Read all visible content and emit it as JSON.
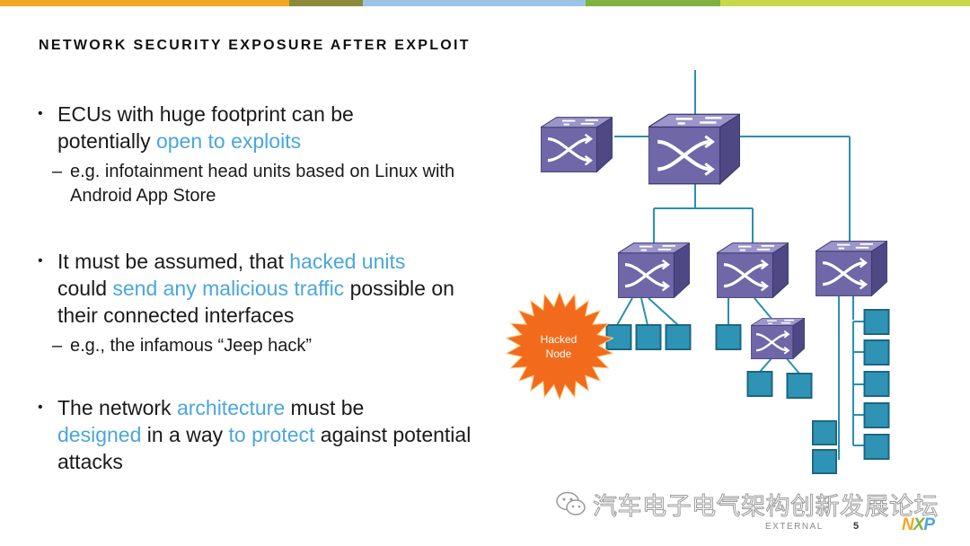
{
  "slide": {
    "title": "NETWORK SECURITY EXPOSURE AFTER EXPLOIT",
    "top_bar_colors": [
      "#f5a623",
      "#8c8a3a",
      "#9bc4e8",
      "#7fb241",
      "#c8d84a"
    ]
  },
  "bullets": [
    {
      "parts": [
        "ECUs with huge footprint can be",
        "potentially ",
        "open to exploits"
      ],
      "sub": "e.g. infotainment head units based on Linux with Android App Store"
    },
    {
      "parts": [
        "It must be assumed, that ",
        "hacked units",
        " could ",
        "send any malicious traffic",
        " possible on their connected interfaces"
      ],
      "sub": "e.g., the infamous “Jeep hack”"
    },
    {
      "parts": [
        "The network ",
        "architecture",
        " must be ",
        "designed",
        " in a way ",
        "to protect",
        " against potential attacks"
      ]
    }
  ],
  "diagram": {
    "hacked_node_label_line1": "Hacked",
    "hacked_node_label_line2": "Node",
    "switch_color": "#6f67a8",
    "ecu_color": "#2f93b5",
    "starburst_color": "#f26b1d",
    "line_color": "#2b8fb0"
  },
  "watermark": {
    "text": "汽车电子电气架构创新发展论坛",
    "icon": "wechat-icon"
  },
  "footer": {
    "classification": "EXTERNAL",
    "page_number": "5",
    "logo_n": "N",
    "logo_x": "X",
    "logo_p": "P"
  }
}
